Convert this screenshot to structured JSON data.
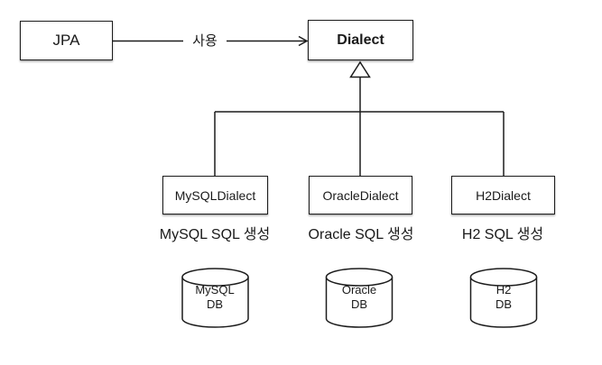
{
  "colors": {
    "background": "#ffffff",
    "line": "#1c1c1c",
    "box_border": "#1c1c1c",
    "text": "#1a1a1a"
  },
  "nodes": {
    "jpa": {
      "label": "JPA"
    },
    "dialect": {
      "label": "Dialect"
    }
  },
  "use_relation": {
    "label": "사용"
  },
  "dialects": [
    {
      "class_name": "MySQLDialect",
      "caption": "MySQL SQL 생성",
      "db_name": "MySQL",
      "db_type": "DB"
    },
    {
      "class_name": "OracleDialect",
      "caption": "Oracle SQL 생성",
      "db_name": "Oracle",
      "db_type": "DB"
    },
    {
      "class_name": "H2Dialect",
      "caption": "H2 SQL 생성",
      "db_name": "H2",
      "db_type": "DB"
    }
  ]
}
